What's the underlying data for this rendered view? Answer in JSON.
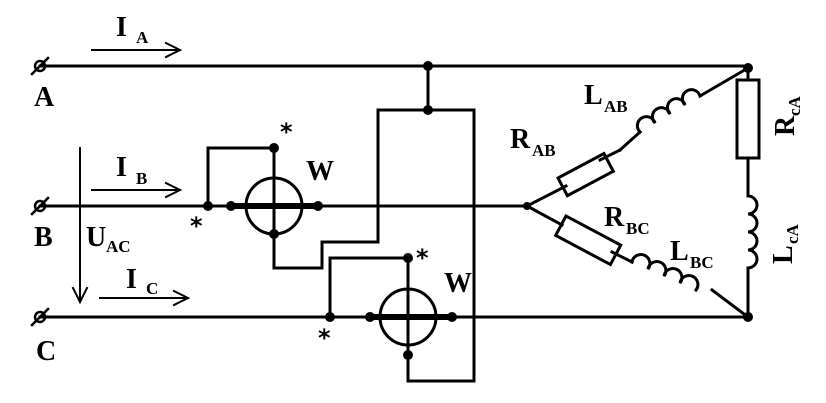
{
  "terminals": {
    "a": "A",
    "b": "B",
    "c": "C"
  },
  "currents": {
    "ia_main": "I",
    "ia_sub": "A",
    "ib_main": "I",
    "ib_sub": "B",
    "ic_main": "I",
    "ic_sub": "C"
  },
  "voltage": {
    "main": "U",
    "sub": "AC"
  },
  "components": {
    "lab_main": "L",
    "lab_sub": "AB",
    "rab_main": "R",
    "rab_sub": "AB",
    "rbc_main": "R",
    "rbc_sub": "BC",
    "lbc_main": "L",
    "lbc_sub": "BC",
    "rca_main": "R",
    "rca_sub": "cA",
    "lca_main": "L",
    "lca_sub": "cA"
  },
  "wattmeters": {
    "w1_label": "W",
    "w2_label": "W",
    "star": "*"
  }
}
